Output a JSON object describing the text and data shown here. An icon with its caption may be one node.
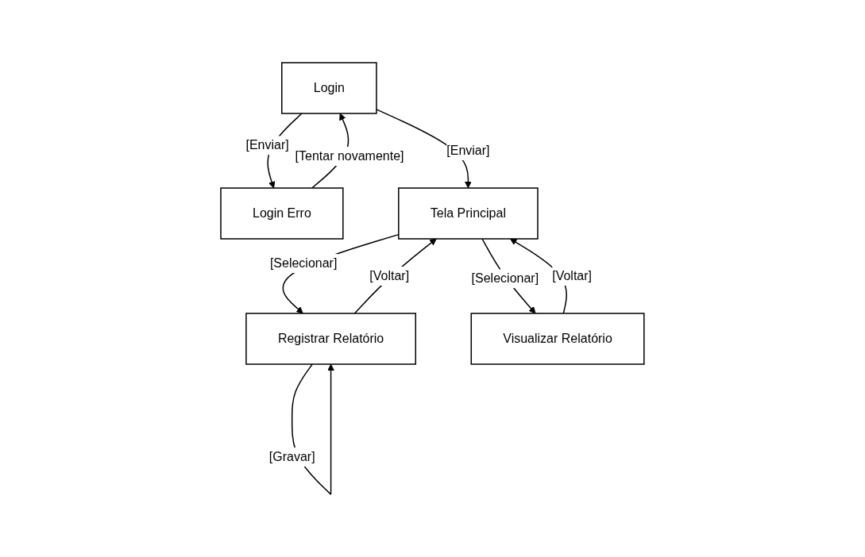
{
  "diagram": {
    "nodes": [
      {
        "text": [
          "Login"
        ]
      },
      {
        "text": [
          "Login Erro"
        ]
      },
      {
        "text": [
          "Tela Principal"
        ]
      },
      {
        "text": [
          "Registrar Relatório"
        ]
      },
      {
        "text": [
          "Visualizar Relatório"
        ]
      }
    ],
    "edges": [
      {
        "from": 0,
        "to": 1,
        "arrow": "to",
        "label": "[Enviar]"
      },
      {
        "from": 1,
        "to": 0,
        "arrow": "to",
        "label": "[Tentar novamente]"
      },
      {
        "from": 0,
        "to": 2,
        "arrow": "to",
        "label": "[Enviar]"
      },
      {
        "from": 2,
        "to": 3,
        "arrow": "to",
        "label": "[Selecionar]"
      },
      {
        "from": 2,
        "to": 4,
        "arrow": "to",
        "label": "[Selecionar]"
      },
      {
        "from": 3,
        "to": 2,
        "arrow": "to",
        "label": "[Voltar]"
      },
      {
        "from": 4,
        "to": 2,
        "arrow": "to",
        "label": "[Voltar]"
      },
      {
        "from": 3,
        "to": 3,
        "arrow": "to",
        "label": "[Gravar]"
      }
    ]
  }
}
